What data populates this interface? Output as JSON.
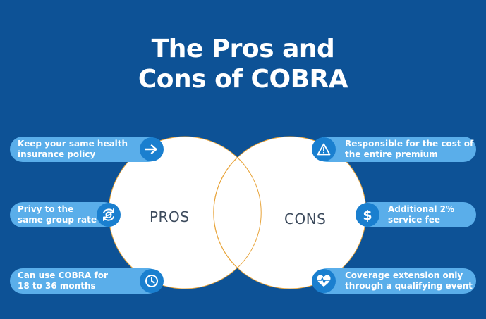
{
  "title": {
    "line1": "The Pros and",
    "line2": "Cons of COBRA"
  },
  "venn": {
    "left_label": "PROS",
    "right_label": "CONS"
  },
  "pros": [
    {
      "line1": "Keep your same health",
      "line2": "insurance policy",
      "icon": "arrow-right-icon"
    },
    {
      "line1": "Privy to the",
      "line2": "same group rate",
      "icon": "dollar-refresh-icon"
    },
    {
      "line1": "Can use COBRA for",
      "line2": "18 to 36 months",
      "icon": "clock-icon"
    }
  ],
  "cons": [
    {
      "line1": "Responsible for the cost of",
      "line2": "the entire premium",
      "icon": "warning-icon"
    },
    {
      "line1": "Additional 2%",
      "line2": "service fee",
      "icon": "dollar-icon"
    },
    {
      "line1": "Coverage extension only",
      "line2": "through a qualifying event",
      "icon": "heart-pulse-icon"
    }
  ],
  "colors": {
    "background": "#0d5296",
    "pill": "#5aaeea",
    "icon_circle": "#1a7fcf",
    "circle_outline": "#e8a43a"
  }
}
